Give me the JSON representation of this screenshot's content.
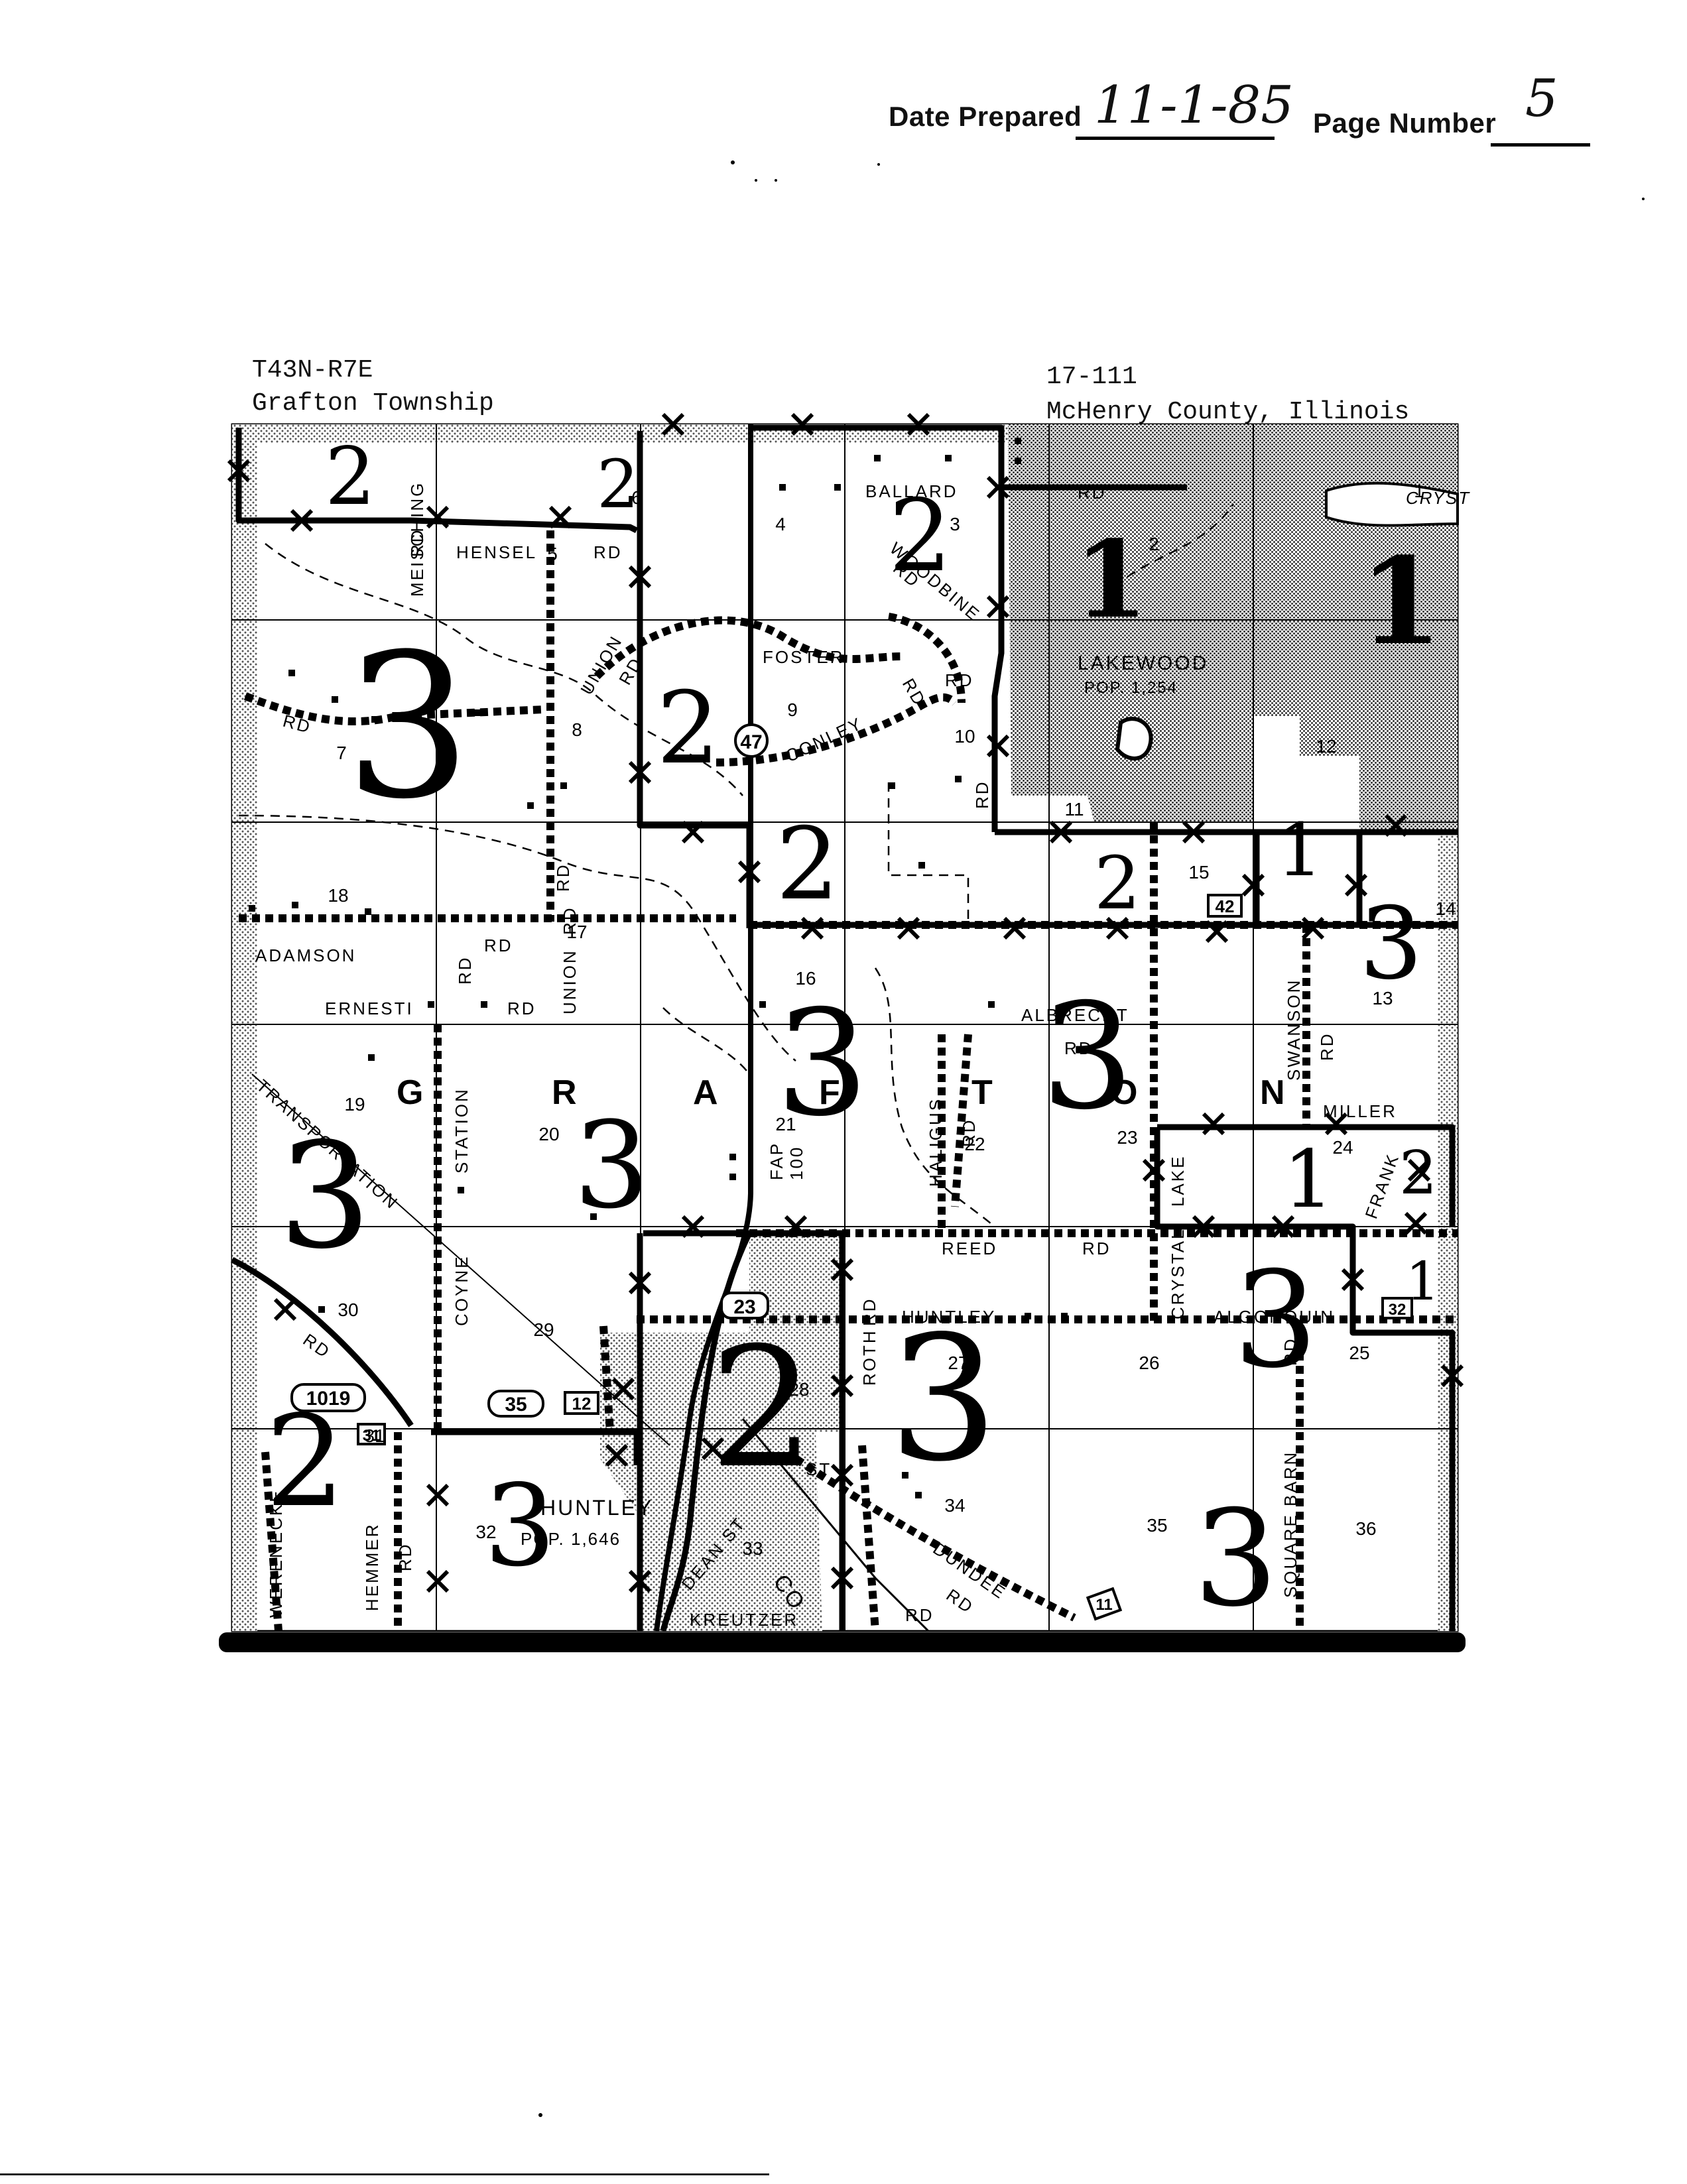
{
  "header": {
    "date_label": "Date Prepared",
    "date_value": "11-1-85",
    "page_label": "Page Number",
    "page_value": "5"
  },
  "map_meta": {
    "township_code": "T43N-R7E",
    "township_name": "Grafton Township",
    "map_code": "17-111",
    "county": "McHenry County, Illinois"
  },
  "place_names": {
    "lakewood": "LAKEWOOD",
    "lakewood_pop": "POP. 1,254",
    "huntley": "HUNTLEY",
    "huntley_pop": "POP. 1,646",
    "crystal_lake": "CRYST",
    "grafton_letters": [
      "G",
      "R",
      "A",
      "F",
      "T",
      "O",
      "N"
    ]
  },
  "road_labels": {
    "ballard": "BALLARD",
    "rd": "RD",
    "hensel": "HENSEL",
    "meisching": "MEISCHING",
    "woodbine": "WOODBINE",
    "foster": "FOSTER",
    "conley": "CONLEY",
    "union": "UNION",
    "adamson": "ADAMSON",
    "ernesti": "ERNESTI",
    "albrecht": "ALBRECHT",
    "swanson": "SWANSON",
    "miller": "MILLER",
    "transportation": "TRANSPORTATION",
    "station": "STATION",
    "coyne": "COYNE",
    "haligus": "HALIGUS",
    "fap": "FAP",
    "fap_num": "100",
    "reed": "REED",
    "huntley_rd": "HUNTLEY",
    "algonquin": "ALGONQUIN",
    "crystal": "CRYSTAL",
    "lake": "LAKE",
    "frank": "FRANK",
    "roth": "ROTH",
    "square_barn": "SQUARE BARN",
    "werenecke": "WERENECKE",
    "hemmer": "HEMMER",
    "dundee": "DUNDEE",
    "dean_st": "DEAN ST",
    "kreutzer": "KREUTZER",
    "co": "CO",
    "st": "ST"
  },
  "route_shields": [
    "47",
    "23",
    "35",
    "1019",
    "12",
    "42",
    "31",
    "11",
    "32"
  ],
  "sections": [
    "1",
    "2",
    "3",
    "4",
    "5",
    "6",
    "7",
    "8",
    "9",
    "10",
    "11",
    "12",
    "13",
    "14",
    "15",
    "16",
    "17",
    "18",
    "19",
    "20",
    "21",
    "22",
    "23",
    "24",
    "25",
    "26",
    "27",
    "28",
    "29",
    "30",
    "31",
    "32",
    "33",
    "34",
    "35",
    "36"
  ],
  "zone_marks": [
    "1",
    "2",
    "3"
  ]
}
